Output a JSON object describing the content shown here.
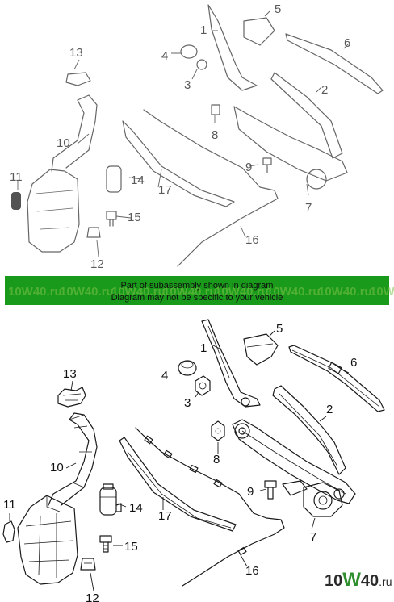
{
  "callouts": {
    "c1": "1",
    "c2": "2",
    "c3": "3",
    "c4": "4",
    "c5": "5",
    "c6": "6",
    "c7": "7",
    "c8": "8",
    "c9": "9",
    "c10": "10",
    "c11": "11",
    "c12": "12",
    "c13": "13",
    "c14": "14",
    "c15": "15",
    "c16": "16",
    "c17": "17"
  },
  "banner": {
    "line1": "Part of subassembly shown in diagram",
    "line2": "Diagram may not be specific to your vehicle",
    "watermark_repeat": "10W40.ru",
    "bg_color": "#1a9a1a"
  },
  "watermark": {
    "left": "10",
    "mid": "W",
    "right": "40",
    "suffix": ".ru"
  },
  "colors": {
    "line": "#1a1a1a",
    "watermark_green": "#7dc24b",
    "banner_green": "#1a9a1a"
  }
}
